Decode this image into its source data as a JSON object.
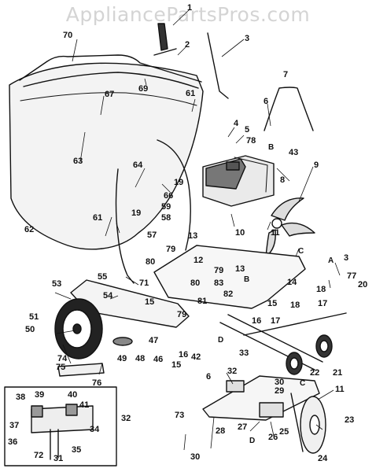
{
  "watermark": "AppliancePartsPros.com",
  "callouts": [
    "1",
    "2",
    "3",
    "70",
    "7",
    "69",
    "67",
    "61",
    "4",
    "5",
    "78",
    "6",
    "B",
    "63",
    "43",
    "64",
    "9",
    "8",
    "66",
    "19",
    "59",
    "58",
    "61",
    "19",
    "62",
    "57",
    "13",
    "10",
    "11",
    "79",
    "12",
    "79",
    "13",
    "C",
    "A",
    "3",
    "77",
    "20",
    "80",
    "80",
    "83",
    "82",
    "B",
    "14",
    "53",
    "55",
    "71",
    "18",
    "17",
    "18",
    "17",
    "54",
    "15",
    "81",
    "15",
    "16",
    "51",
    "50",
    "79",
    "47",
    "46",
    "16",
    "42",
    "D",
    "33",
    "49",
    "48",
    "15",
    "22",
    "21",
    "74",
    "75",
    "76",
    "6",
    "32",
    "30",
    "C",
    "29",
    "11",
    "38",
    "39",
    "40",
    "41",
    "32",
    "37",
    "34",
    "36",
    "72",
    "31",
    "35",
    "73",
    "28",
    "27",
    "D",
    "26",
    "25",
    "23",
    "24",
    "30"
  ],
  "colors": {
    "line": "#111111",
    "fill": "#f3f3f3",
    "bag_texture": "#8a8a8a",
    "engine": "#555555",
    "watermark": "#d4d4d4"
  }
}
